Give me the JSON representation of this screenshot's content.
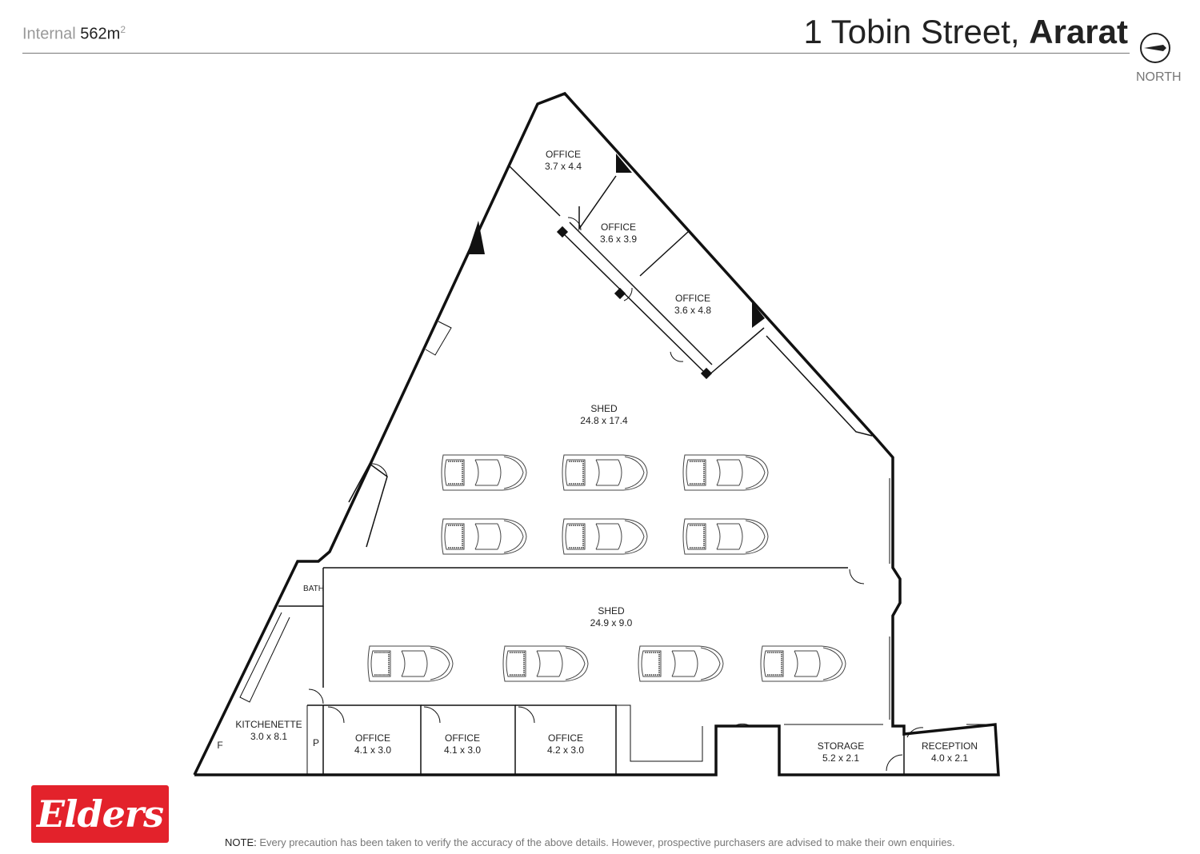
{
  "header": {
    "internal_label": "Internal",
    "internal_value": "562m",
    "internal_unit_sup": "2",
    "address_street": "1 Tobin Street,",
    "address_town": "Ararat",
    "north_label": "NORTH"
  },
  "rooms": [
    {
      "id": "office-1",
      "name": "OFFICE",
      "dims": "3.7 x 4.4"
    },
    {
      "id": "office-2",
      "name": "OFFICE",
      "dims": "3.6 x 3.9"
    },
    {
      "id": "office-3",
      "name": "OFFICE",
      "dims": "3.6 x 4.8"
    },
    {
      "id": "shed-1",
      "name": "SHED",
      "dims": "24.8 x 17.4"
    },
    {
      "id": "shed-2",
      "name": "SHED",
      "dims": "24.9 x 9.0"
    },
    {
      "id": "bath",
      "name": "BATH",
      "dims": ""
    },
    {
      "id": "kitchenette",
      "name": "KITCHENETTE",
      "dims": "3.0 x 8.1"
    },
    {
      "id": "office-4",
      "name": "OFFICE",
      "dims": "4.1 x 3.0"
    },
    {
      "id": "office-5",
      "name": "OFFICE",
      "dims": "4.1 x 3.0"
    },
    {
      "id": "office-6",
      "name": "OFFICE",
      "dims": "4.2 x 3.0"
    },
    {
      "id": "storage",
      "name": "STORAGE",
      "dims": "5.2 x 2.1"
    },
    {
      "id": "reception",
      "name": "RECEPTION",
      "dims": "4.0 x 2.1"
    }
  ],
  "markers": {
    "fridge": "F",
    "pantry": "P"
  },
  "brand": {
    "name": "Elders",
    "color": "#e3222b"
  },
  "note": {
    "label": "NOTE:",
    "text": "Every precaution has been taken to verify the accuracy of the above details. However, prospective purchasers are advised to make their own enquiries."
  }
}
